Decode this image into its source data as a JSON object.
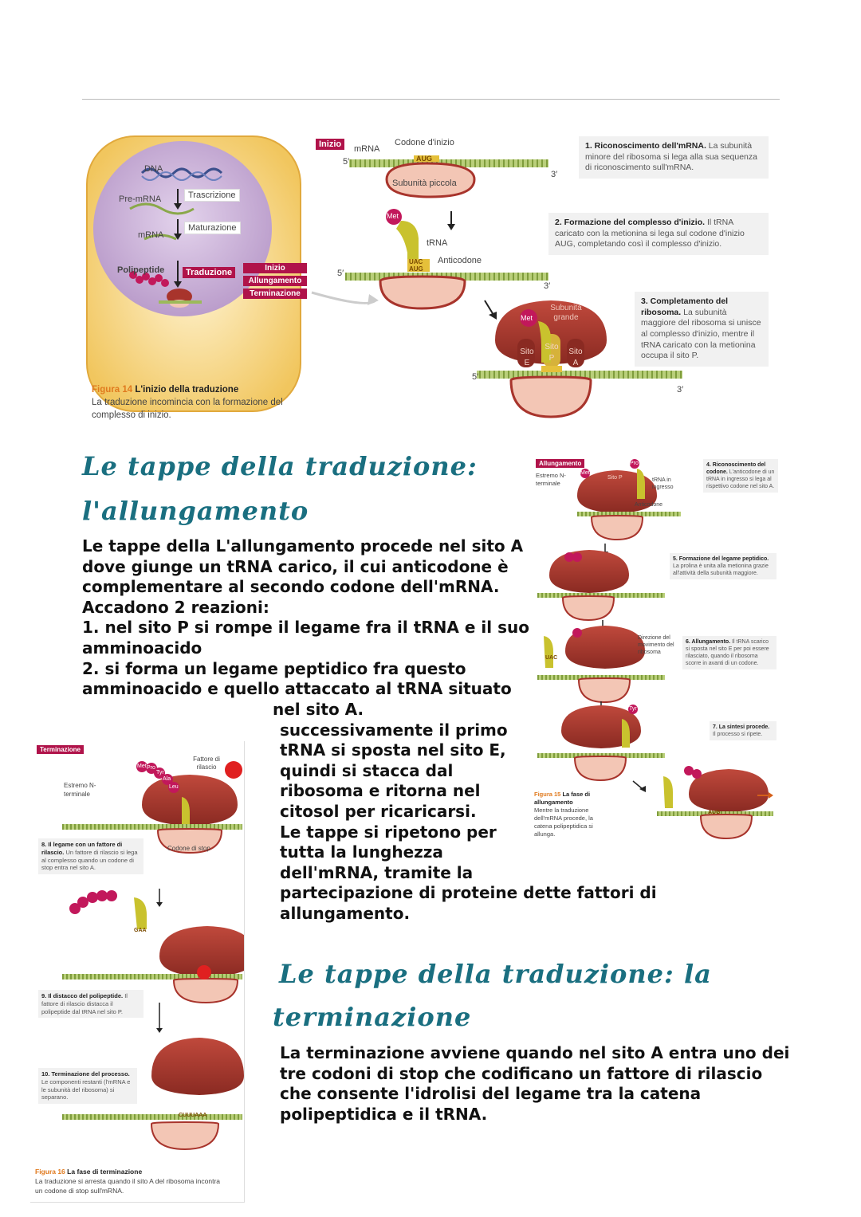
{
  "fig14": {
    "cell": {
      "dna": "DNA",
      "premrna": "Pre-mRNA",
      "mrna": "mRNA",
      "polypeptide": "Polipeptide",
      "trascrizione": "Trascrizione",
      "maturazione": "Maturazione",
      "traduzione": "Traduzione",
      "phases": [
        "Inizio",
        "Allungamento",
        "Terminazione"
      ]
    },
    "tag": "Inizio",
    "mrna_label": "mRNA",
    "codone_label": "Codone d'inizio",
    "codon": "AUG",
    "anticodon": "UAC",
    "five": "5′",
    "three": "3′",
    "subunita_piccola": "Subunità piccola",
    "met": "Met",
    "trna": "tRNA",
    "anticodone": "Anticodone",
    "subunita_grande": "Subunità grande",
    "sito_e": "Sito E",
    "sito_p": "Sito P",
    "sito_a": "Sito A",
    "note1_title": "1. Riconoscimento dell'mRNA.",
    "note1_text": "La subunità minore del ribosoma si lega alla sua sequenza di riconoscimento sull'mRNA.",
    "note2_title": "2. Formazione del complesso d'inizio.",
    "note2_text": "Il tRNA caricato con la metionina si lega sul codone d'inizio AUG, completando così il complesso d'inizio.",
    "note3_title": "3. Completamento del ribosoma.",
    "note3_text": "La subunità maggiore del ribosoma si unisce al complesso d'inizio, mentre il tRNA caricato con la metionina occupa il sito P.",
    "caption_num": "Figura 14",
    "caption_title": "L'inizio della traduzione",
    "caption_text": "La traduzione incomincia con la formazione del complesso di inizio."
  },
  "section1": {
    "title_line1": "Le tappe della traduzione:",
    "title_line2": "l'allungamento",
    "lines": [
      "Le tappe della L'allungamento procede nel sito A",
      "dove giunge un tRNA carico, il cui anticodone è",
      "complementare al secondo codone dell'mRNA.",
      "Accadono 2 reazioni:",
      "1. nel sito P si rompe il legame fra il tRNA e il suo",
      "amminoacido",
      "2. si forma un legame peptidico fra questo",
      "amminoacido e quello attaccato al tRNA situato"
    ],
    "lines_indented": [
      "nel sito A.",
      "successivamente il primo",
      "tRNA si sposta nel sito E,",
      "quindi si stacca dal",
      "ribosoma e ritorna nel",
      "citosol per ricaricarsi.",
      "Le tappe si ripetono per",
      "tutta la lunghezza",
      "dell'mRNA, tramite la",
      "partecipazione di proteine dette fattori di",
      "allungamento."
    ]
  },
  "fig15": {
    "tag": "Allungamento",
    "estremo": "Estremo N-terminale",
    "met": "Met",
    "pro": "Pro",
    "tyr": "Tyr",
    "sito_p": "Sito P",
    "trna_ingresso": "tRNA in ingresso",
    "anticodone": "Anticodone",
    "direzione": "Direzione del movimento del ribosoma",
    "uac": "UAC",
    "aug": "AUG",
    "note4_title": "4. Riconoscimento del codone.",
    "note4_text": "L'anticodone di un tRNA in ingresso si lega al rispettivo codone nel sito A.",
    "note5_title": "5. Formazione del legame peptidico.",
    "note5_text": "La prolina è unita alla metionina grazie all'attività della subunità maggiore.",
    "note6_title": "6. Allungamento.",
    "note6_text": "Il tRNA scarico si sposta nel sito E per poi essere rilasciato, quando il ribosoma scorre in avanti di un codone.",
    "note7_title": "7. La sintesi procede.",
    "note7_text": "Il processo si ripete.",
    "caption_num": "Figura 15",
    "caption_title": "La fase di allungamento",
    "caption_text": "Mentre la traduzione dell'mRNA procede, la catena polipeptidica si allunga."
  },
  "fig16": {
    "tag": "Terminazione",
    "estremo": "Estremo N-terminale",
    "fattore": "Fattore di rilascio",
    "codone_stop": "Codone di stop",
    "gaa": "GAA",
    "stop_seq": "CUUUAAA",
    "aa": [
      "Met",
      "Pro",
      "Tyr",
      "Ala",
      "Leu"
    ],
    "note8_title": "8. Il legame con un fattore di rilascio.",
    "note8_text": "Un fattore di rilascio si lega al complesso quando un codone di stop entra nel sito A.",
    "note9_title": "9. Il distacco del polipeptide.",
    "note9_text": "Il fattore di rilascio distacca il polipeptide dal tRNA nel sito P.",
    "note10_title": "10. Terminazione del processo.",
    "note10_text": "Le componenti restanti (l'mRNA e le subunità del ribosoma) si separano.",
    "caption_num": "Figura 16",
    "caption_title": "La fase di terminazione",
    "caption_text": "La traduzione si arresta quando il sito A del ribosoma incontra un codone di stop sull'mRNA."
  },
  "section2": {
    "title_line1": "Le tappe della traduzione: la",
    "title_line2": "terminazione",
    "lines": [
      "La terminazione avviene quando nel sito A entra uno dei",
      "tre codoni di stop che codificano un fattore di rilascio",
      "che consente l'idrolisi del legame tra la catena",
      "polipeptidica e il tRNA."
    ]
  },
  "colors": {
    "ribosome": "#a8342c",
    "ribosome_light": "#f3c6b5",
    "mrna": "#9cba5a",
    "trna": "#c9c22e",
    "met": "#c2185b",
    "accent_tag": "#b0134a",
    "title_teal": "#1a6f80",
    "caption_orange": "#e07a1e",
    "nucleus": "#c9b3d6",
    "cell": "#f7e1a8"
  }
}
